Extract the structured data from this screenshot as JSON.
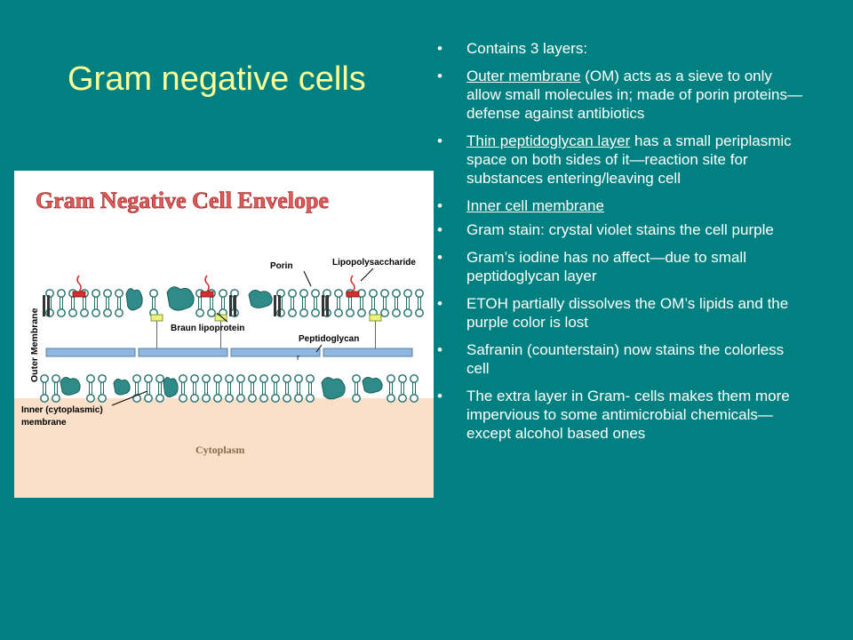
{
  "slide": {
    "title": "Gram negative cells",
    "colors": {
      "background": "#008080",
      "title": "#FFFF99",
      "text": "#FFFFFF"
    }
  },
  "bullets": [
    {
      "text": "Contains 3 layers:"
    },
    {
      "underlined": "Outer membrane",
      "text": " (OM) acts as a sieve to only allow small molecules in; made of porin proteins—defense against antibiotics"
    },
    {
      "underlined": "Thin peptidoglycan layer",
      "text": " has a small periplasmic space on both sides of it—reaction site for substances entering/leaving cell"
    },
    {
      "underlined": "Inner cell membrane",
      "text": ""
    },
    {
      "text": "Gram stain:  crystal violet stains the cell purple"
    },
    {
      "text": "Gram’s iodine has no affect—due to small peptidoglycan layer"
    },
    {
      "text": "ETOH partially dissolves the OM’s lipids and the purple color is lost"
    },
    {
      "text": "Safranin (counterstain) now stains the colorless cell"
    },
    {
      "text": "The extra layer in Gram- cells makes them more impervious to some antimicrobial chemicals—except alcohol based ones"
    }
  ],
  "figure": {
    "title": "Gram Negative Cell Envelope",
    "labels": {
      "outer_membrane": "Outer Membrane",
      "porin": "Porin",
      "lipopolysaccharide": "Lipopolysaccharide",
      "braun": "Braun lipoprotein",
      "peptidoglycan": "Peptidoglycan",
      "r": "r",
      "inner": "Inner (cytoplasmic)",
      "membrane": "membrane",
      "cytoplasm": "Cytoplasm"
    },
    "colors": {
      "title": "#E05A5A",
      "cytoplasm": "#FAE0C8",
      "protein": "#2E8B87",
      "lps": "#D32F2F",
      "lipoprotein": "#E8F47A",
      "peptidoglycan": "#8FB7E0"
    }
  }
}
